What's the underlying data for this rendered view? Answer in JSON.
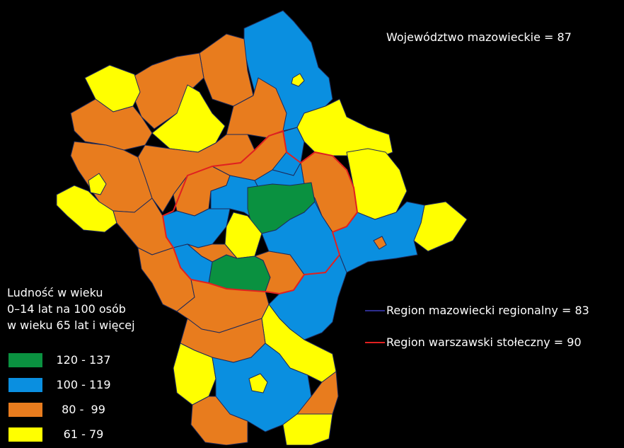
{
  "title": "Województwo mazowieckie = 87",
  "legend": {
    "title_lines": [
      "Ludność w wieku",
      "0–14 lat na 100 osób",
      "w wieku 65 lat i więcej"
    ],
    "classes": [
      {
        "label": "120 - 137",
        "color": "#0a9140"
      },
      {
        "label": "100 - 119",
        "color": "#0a8fe0"
      },
      {
        "label": "80 -  99",
        "color": "#e87c1e"
      },
      {
        "label": "61 - 79",
        "color": "#ffff00"
      }
    ]
  },
  "boundaries": [
    {
      "label": "Region mazowiecki regionalny = 83",
      "color": "#2d2d8f"
    },
    {
      "label": "Region warszawski stołeczny = 90",
      "color": "#e02020"
    }
  ],
  "colors": {
    "green": "#0a9140",
    "blue": "#0a8fe0",
    "orange": "#e87c1e",
    "yellow": "#ffff00",
    "border": "#1e2a5a",
    "warsaw_border": "#e02020"
  }
}
